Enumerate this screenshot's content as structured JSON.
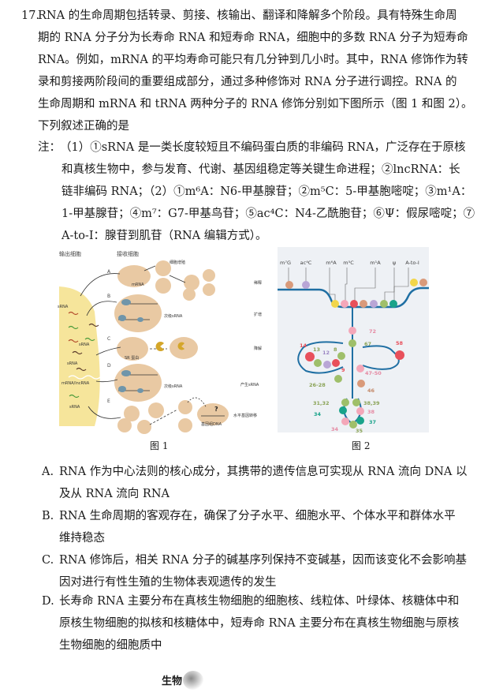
{
  "question": {
    "number": "17.",
    "stem_lines": [
      "RNA 的生命周期包括转录、剪接、核输出、翻译和降解多个阶段。具有特殊生命周",
      "期的 RNA 分子分为长寿命 RNA 和短寿命 RNA，细胞中的多数 RNA 分子为短寿命",
      "RNA。例如，mRNA 的平均寿命可能只有几分钟到几小时。其中，RNA 修饰作为转",
      "录和剪接两阶段间的重要组成部分，通过多种修饰对 RNA 分子进行调控。RNA 的",
      "生命周期和 mRNA 和 tRNA 两种分子的 RNA 修饰分别如下图所示（图 1 和图 2）。",
      "下列叙述正确的是"
    ],
    "note_label": "注：",
    "note_lines": [
      "（1）①sRNA 是一类长度较短且不编码蛋白质的非编码 RNA，广泛存在于原核",
      "和真核生物中，参与发育、代谢、基因组稳定等关键生命进程；②lncRNA：长",
      "链非编码 RNA；（2）①m⁶A：N6-甲基腺苷；②m⁵C：5-甲基胞嘧啶；③m¹A：",
      "1-甲基腺苷；④m⁷：G7-甲基鸟苷；⑤ac⁴C：N4-乙酰胞苷；⑥Ψ：假尿嘧啶；⑦",
      "A-to-I：腺苷到肌苷（RNA 编辑方式）。"
    ]
  },
  "figure1": {
    "caption": "图 1",
    "labels": {
      "output_cell": "输出细胞",
      "receive_cell": "接收细胞",
      "A": "A",
      "B": "B",
      "C": "C",
      "D": "D",
      "E": "E",
      "cell_proliferation": "细胞增殖",
      "mrna": "mRNA",
      "secondary_srna_b": "次级sRNA",
      "secondary_srna_d": "次级sRNA",
      "sr_protein": "SR 蛋白",
      "genome_dna": "基因组DNA",
      "question_mark": "?",
      "srna_1": "sRNA",
      "srna_2": "sRNA",
      "srna_3": "sRNA",
      "srna_4": "sRNA",
      "mrna_lncrna": "mRNA/lncRNA",
      "dilute": "稀释",
      "amplify": "扩增",
      "degrade": "降解",
      "produce_srna": "产生sRNA",
      "hgt": "水平基因转移"
    }
  },
  "figure2": {
    "caption": "图 2",
    "top_labels": [
      "m⁷G",
      "ac⁴C",
      "m⁶A",
      "m⁵C",
      "m¹A",
      "ψ",
      "A-to-I"
    ],
    "positions": [
      "72",
      "67",
      "58",
      "14",
      "13",
      "12",
      "8",
      "9",
      "47-50",
      "26-28",
      "46",
      "31,32",
      "38,39",
      "34",
      "38",
      "37",
      "34",
      "35"
    ],
    "colors": {
      "m1A": "#e8505b",
      "m5C": "#f4a7b9",
      "psi": "#9fbf6a",
      "I": "#1aa38a",
      "m7G": "#d99a7a",
      "ac4C": "#b9a6d6",
      "m6A": "#f2d64b",
      "rna": "#1f6fa3"
    }
  },
  "options": [
    {
      "label": "A.",
      "lines": [
        "RNA 作为中心法则的核心成分，其携带的遗传信息可实现从 RNA 流向 DNA 以",
        "及从 RNA 流向 RNA"
      ]
    },
    {
      "label": "B.",
      "lines": [
        "RNA 生命周期的客观存在，确保了分子水平、细胞水平、个体水平和群体水平",
        "维持稳态"
      ]
    },
    {
      "label": "C.",
      "lines": [
        "RNA 修饰后，相关 RNA 分子的碱基序列保持不变碱基，因而该变化不会影响基",
        "因对进行有性生殖的生物体表观遗传的发生"
      ]
    },
    {
      "label": "D.",
      "lines": [
        "长寿命 RNA 主要分布在真核生物细胞的细胞核、线粒体、叶绿体、核糖体中和",
        "原核生物细胞的拟核和核糖体中，短寿命 RNA 主要分布在真核生物细胞与原核",
        "生物细胞的细胞质中"
      ]
    }
  ],
  "footer": {
    "text": "生物"
  }
}
